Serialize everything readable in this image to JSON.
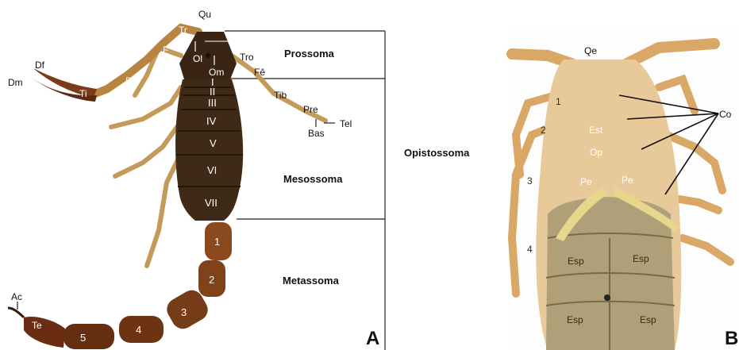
{
  "panel_a": {
    "letter": "A",
    "regions": {
      "prossoma": "Prossoma",
      "mesossoma": "Mesossoma",
      "metassoma": "Metassoma"
    },
    "labels": {
      "qu": "Qu",
      "tr": "Tr",
      "f": "F",
      "ol": "Ol",
      "om": "Om",
      "tro": "Tro",
      "fe": "Fê",
      "tib": "Tib",
      "pre": "Pre",
      "bas": "Bas",
      "tel": "Tel",
      "df": "Df",
      "dm": "Dm",
      "ti": "Ti",
      "pt": "Pt",
      "ac": "Ac",
      "te": "Te"
    },
    "mesosoma_segments": [
      "I",
      "II",
      "III",
      "IV",
      "V",
      "VI",
      "VII"
    ],
    "metasoma_segments": [
      "1",
      "2",
      "3",
      "4",
      "5"
    ]
  },
  "panel_b": {
    "letter": "B",
    "region": "Opistossoma",
    "labels": {
      "qe": "Qe",
      "co": "Co",
      "est": "Est",
      "op": "Op",
      "pe_left": "Pe",
      "pe_right": "Pe",
      "esp1": "Esp",
      "esp2": "Esp",
      "esp3": "Esp",
      "esp4": "Esp"
    },
    "legs": [
      "1",
      "2",
      "3",
      "4"
    ]
  }
}
